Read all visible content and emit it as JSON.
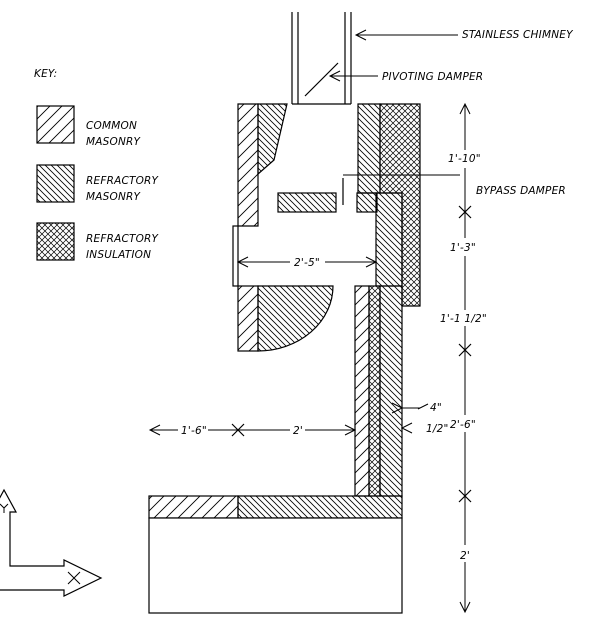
{
  "labels": {
    "chimney": "STAINLESS CHIMNEY",
    "damper": "PIVOTING DAMPER",
    "bypass": "BYPASS DAMPER"
  },
  "key": {
    "title": "KEY:",
    "items": [
      {
        "label_line1": "COMMON",
        "label_line2": "MASONRY",
        "pattern": "common"
      },
      {
        "label_line1": "REFRACTORY",
        "label_line2": "MASONRY",
        "pattern": "refractory"
      },
      {
        "label_line1": "REFRACTORY",
        "label_line2": "INSULATION",
        "pattern": "insulation"
      }
    ]
  },
  "dimensions": {
    "vertical": [
      "1'-10\"",
      "1'-3\"",
      "1'-1 1/2\"",
      "2'-6\"",
      "2'"
    ],
    "firebox_width": "2'-5\"",
    "ledge": "1'-6\"",
    "base_depth": "2'",
    "wall_4": "4\"",
    "wall_half": "1/2\""
  },
  "colors": {
    "line": "#000000",
    "background": "#ffffff"
  }
}
